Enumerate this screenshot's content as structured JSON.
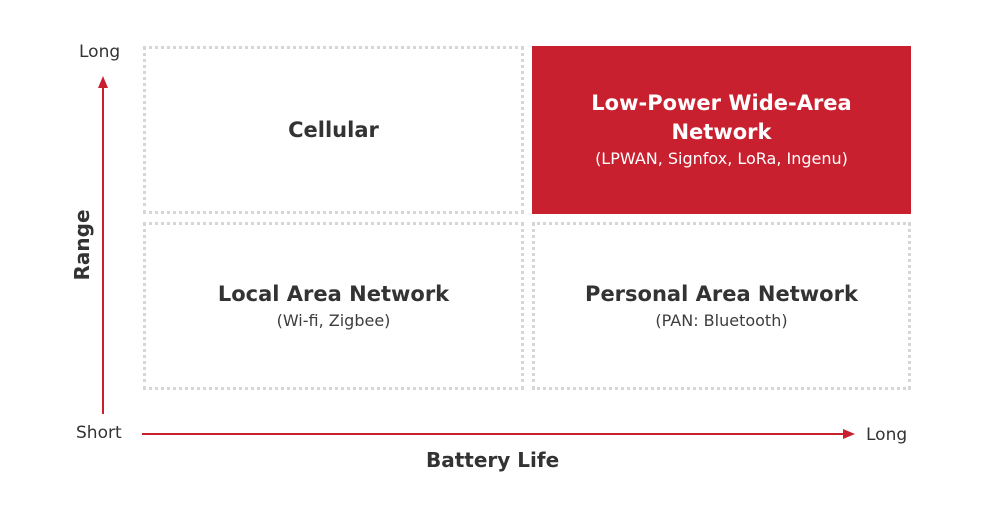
{
  "axes": {
    "y_title": "Range",
    "y_top": "Long",
    "y_bottom": "Short",
    "x_title": "Battery Life",
    "x_right": "Long",
    "arrow_color": "#c8202f"
  },
  "quadrants": {
    "top_left": {
      "title": "Cellular",
      "subtitle": ""
    },
    "top_right": {
      "title": "Low-Power Wide-Area Network",
      "subtitle": "(LPWAN, Signfox, LoRa, Ingenu)",
      "fill": "#c8202f"
    },
    "bottom_left": {
      "title": "Local Area Network",
      "subtitle": "(Wi-fi, Zigbee)"
    },
    "bottom_right": {
      "title": "Personal Area Network",
      "subtitle": "(PAN: Bluetooth)"
    }
  }
}
